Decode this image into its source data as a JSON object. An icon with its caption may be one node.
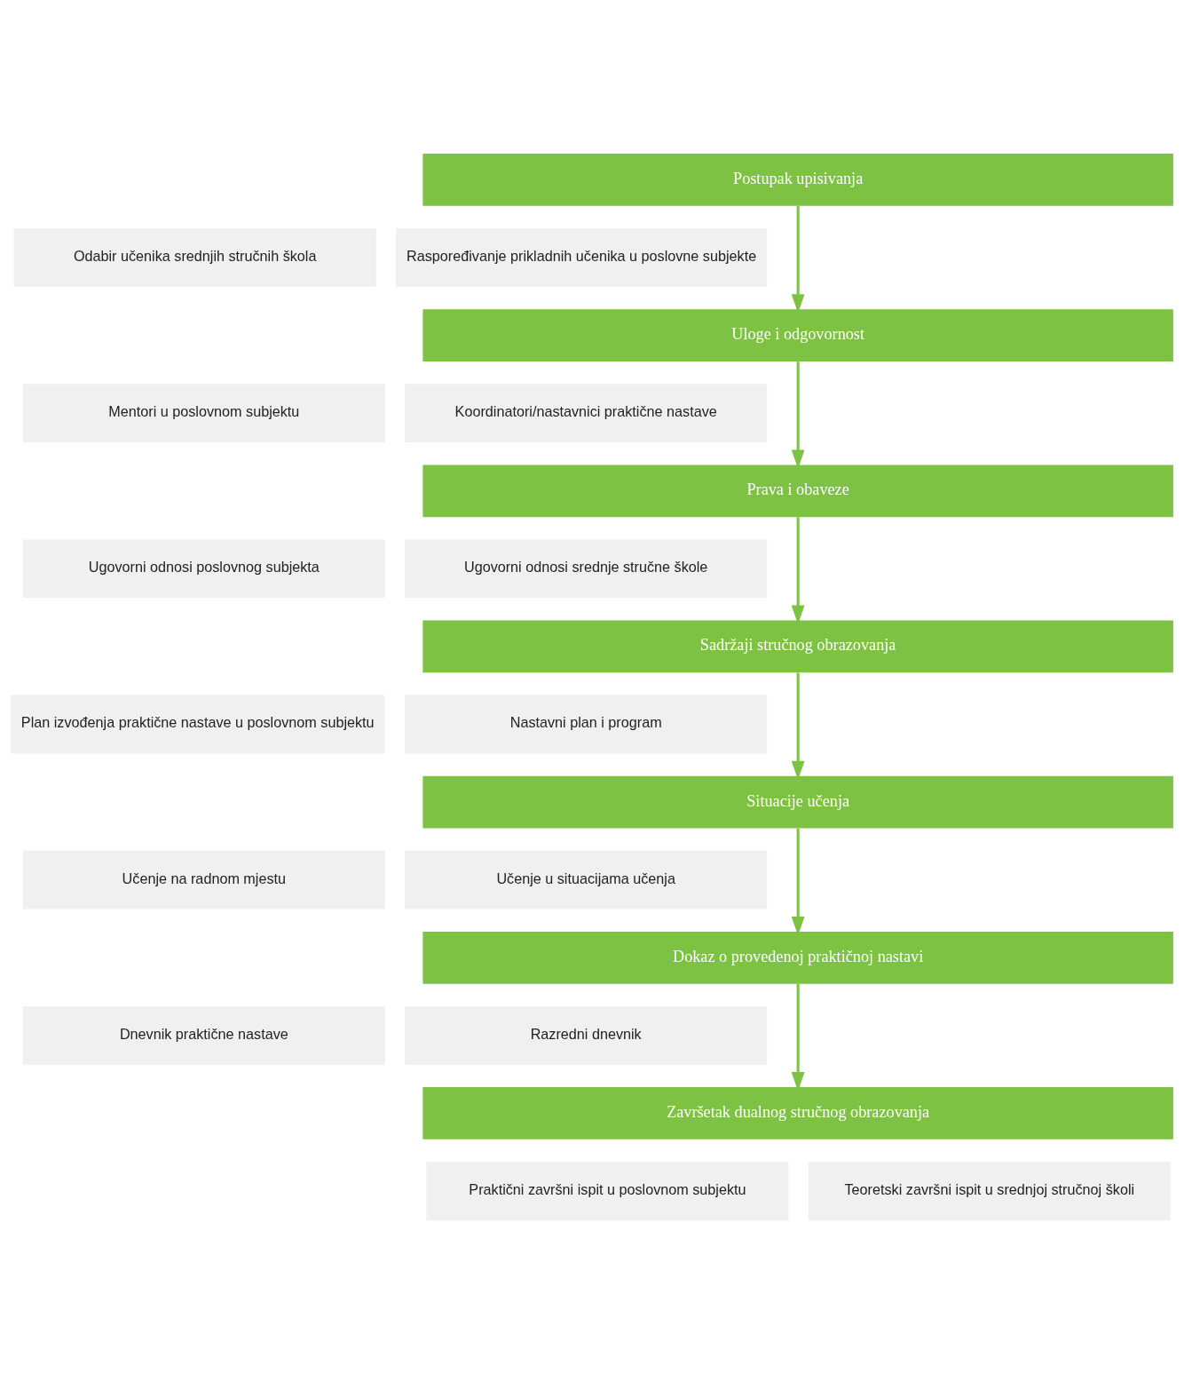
{
  "diagram": {
    "nodes": [
      {
        "text": [
          "Postupak upisivanja"
        ]
      },
      {
        "text": [
          "Odabir učenika srednjih stručnih škola"
        ]
      },
      {
        "text": [
          "Raspoređivanje prikladnih učenika u poslovne subjekte"
        ]
      },
      {
        "text": [
          "Uloge i odgovornost"
        ]
      },
      {
        "text": [
          "Mentori u poslovnom subjektu"
        ]
      },
      {
        "text": [
          "Koordinatori/nastavnici praktične nastave"
        ]
      },
      {
        "text": [
          "Prava i obaveze"
        ]
      },
      {
        "text": [
          "Ugovorni odnosi poslovnog subjekta"
        ]
      },
      {
        "text": [
          "Ugovorni odnosi srednje stručne škole"
        ]
      },
      {
        "text": [
          "Sadržaji stručnog obrazovanja"
        ]
      },
      {
        "text": [
          "Plan izvođenja praktične nastave u poslovnom subjektu"
        ]
      },
      {
        "text": [
          "Nastavni plan i program"
        ]
      },
      {
        "text": [
          "Situacije učenja"
        ]
      },
      {
        "text": [
          "Učenje na radnom mjestu"
        ]
      },
      {
        "text": [
          "Učenje u situacijama učenja"
        ]
      },
      {
        "text": [
          "Dokaz o provedenoj praktičnoj nastavi"
        ]
      },
      {
        "text": [
          "Dnevnik praktične nastave"
        ]
      },
      {
        "text": [
          "Razredni dnevnik"
        ]
      },
      {
        "text": [
          "Završetak dualnog stručnog obrazovanja"
        ]
      },
      {
        "text": [
          "Praktični završni ispit u poslovnom subjektu"
        ]
      },
      {
        "text": [
          "Teoretski završni ispit u srednjoj stručnoj školi"
        ]
      }
    ],
    "edges": [
      {
        "from": 0,
        "to": 3,
        "arrow": "to"
      },
      {
        "from": 3,
        "to": 6,
        "arrow": "to"
      },
      {
        "from": 6,
        "to": 9,
        "arrow": "to"
      },
      {
        "from": 9,
        "to": 12,
        "arrow": "to"
      },
      {
        "from": 12,
        "to": 15,
        "arrow": "to"
      },
      {
        "from": 15,
        "to": 18,
        "arrow": "to"
      }
    ]
  }
}
